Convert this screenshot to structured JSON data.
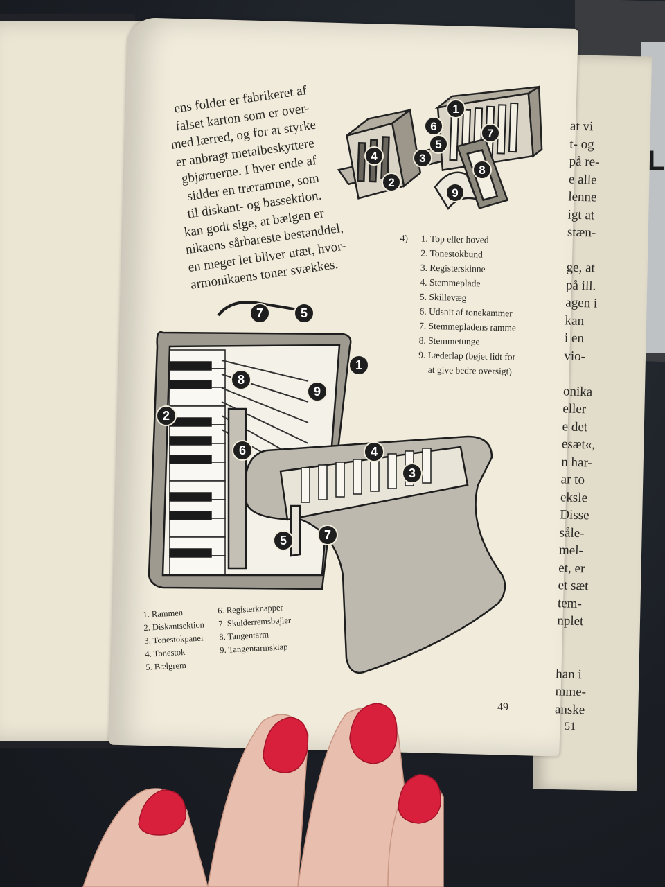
{
  "left_column_lines": [
    "ens folder er fabrikeret af",
    "falset karton som er over-",
    "med lærred, og for at styrke",
    "er anbragt metalbeskyttere",
    "gbjørnerne. I hver ende af",
    "sidder en træramme, som",
    "til diskant- og bassektion.",
    "kan godt sige, at bælgen er",
    "nikaens sårbareste bestanddel,",
    "en meget let bliver utæt, hvor-",
    "armonikaens toner svækkes."
  ],
  "right_column_lines": [
    "at vi",
    "t- og",
    "på re-",
    "e alle",
    "lenne",
    "igt at",
    "stæn-",
    "",
    "ge, at",
    "på ill.",
    "agen i",
    "kan",
    "i en",
    "vio-",
    "",
    "onika",
    "eller",
    "e det",
    "esæt«,",
    "n har-",
    "ar to",
    "eksle",
    "Disse",
    "såle-",
    "mel-",
    "et, er",
    "et sæt",
    "tem-",
    "nplet",
    "",
    "",
    "han i",
    "mme-",
    "anske"
  ],
  "top_caption": {
    "marker": "4)",
    "items": [
      "1. Top eller hoved",
      "2. Tonestokbund",
      "3. Registerskinne",
      "4. Stemmeplade",
      "5. Skillevæg",
      "6. Udsnit af tonekammer",
      "7. Stemmepladens ramme",
      "8. Stemmetunge",
      "9. Læderlap (bøjet lidt for",
      "at give bedre oversigt)"
    ]
  },
  "bottom_caption": {
    "col1": [
      "1. Rammen",
      "2. Diskantsektion",
      "3. Tonestokpanel",
      "4. Tonestok",
      "5. Bælgrem"
    ],
    "col2": [
      "6. Registerknapper",
      "7. Skulderremsbøjler",
      "8. Tangentarm",
      "9. Tangentarmsklap"
    ]
  },
  "top_callouts": [
    "1",
    "2",
    "3",
    "4",
    "5",
    "6",
    "7",
    "8",
    "9"
  ],
  "main_callouts": [
    "1",
    "2",
    "3",
    "4",
    "5",
    "5",
    "6",
    "7",
    "7",
    "8",
    "9"
  ],
  "page_number": "49",
  "right_page_number": "51",
  "other_book_title": "L.",
  "colors": {
    "page": "#f0ebdb",
    "ink": "#2b2925",
    "nail": "#d81f3c",
    "skin": "#e9c2b0"
  }
}
